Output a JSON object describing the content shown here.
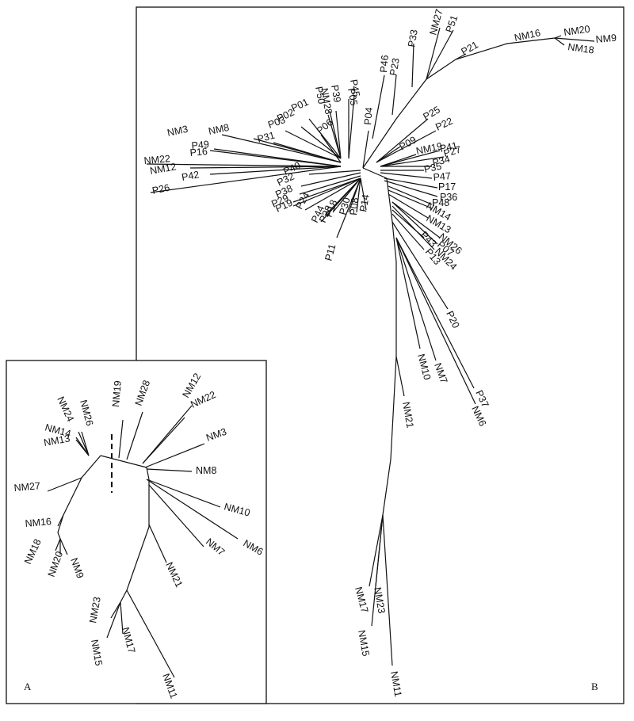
{
  "panels": {
    "a_label": "A",
    "b_label": "B"
  },
  "panel_a": {
    "leaves": [
      "NM24",
      "NM26",
      "NM14",
      "NM13",
      "NM19",
      "NM28",
      "NM12",
      "NM22",
      "NM3",
      "NM8",
      "NM10",
      "NM6",
      "NM7",
      "NM21",
      "NM27",
      "NM16",
      "NM18",
      "NM20",
      "NM9",
      "NM23",
      "NM15",
      "NM17",
      "NM11"
    ]
  },
  "panel_b": {
    "leaves": [
      "NM16",
      "NM20",
      "NM9",
      "NM18",
      "P21",
      "NM27",
      "P51",
      "P33",
      "P46",
      "P23",
      "P45",
      "P05",
      "P50",
      "P39",
      "NM28",
      "P01",
      "P02",
      "P03",
      "P04",
      "P06",
      "NM3",
      "NM8",
      "P31",
      "P49",
      "P16",
      "NM22",
      "NM12",
      "P42",
      "P26",
      "P25",
      "P22",
      "P09",
      "NM19",
      "P41",
      "P27",
      "P34",
      "P35",
      "P47",
      "P17",
      "P36",
      "P48",
      "NM14",
      "NM13",
      "NM26",
      "P07",
      "NM24",
      "P43",
      "P13",
      "P20",
      "NM10",
      "NM7",
      "P37",
      "NM6",
      "NM21",
      "P40",
      "P32",
      "P38",
      "P29",
      "P19",
      "P24",
      "P44",
      "P28",
      "P18",
      "P30",
      "P08",
      "P14",
      "P11",
      "NM23",
      "NM17",
      "NM15",
      "NM11"
    ]
  }
}
